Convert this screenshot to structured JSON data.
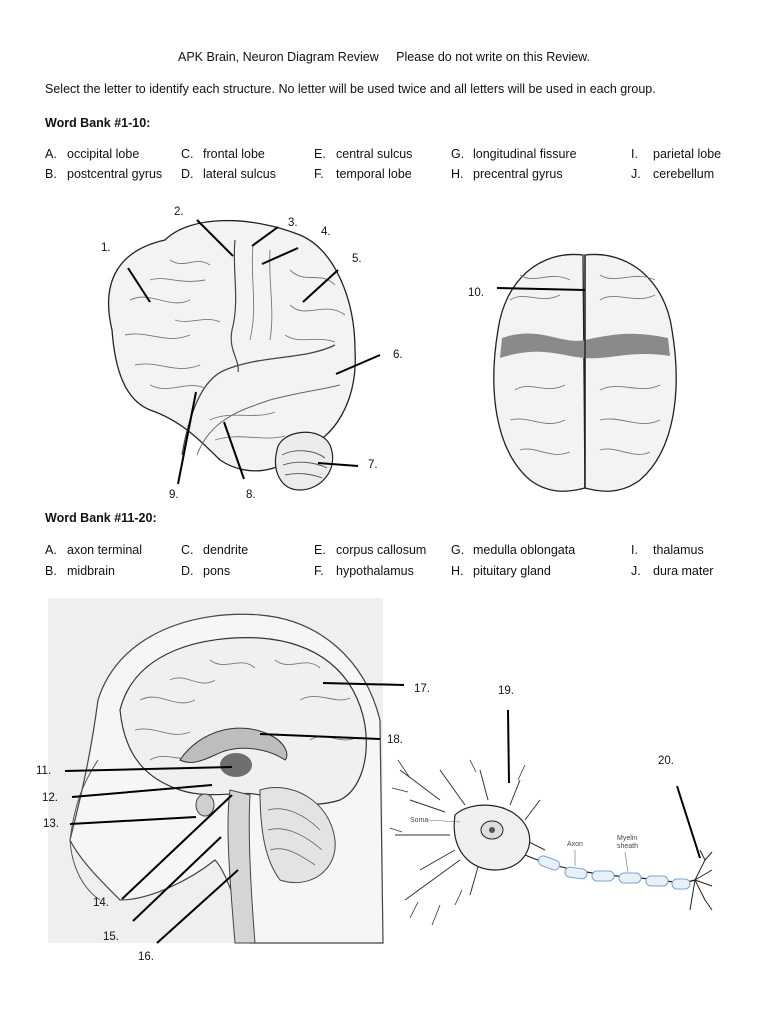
{
  "header": {
    "title": "APK Brain, Neuron Diagram Review     Please do not write on this Review.",
    "instructions": "Select the letter to identify each structure. No letter will be used twice and all letters will be used in each group."
  },
  "bank1": {
    "title": "Word Bank #1-10:",
    "items": [
      {
        "letter": "A.",
        "term": "occipital lobe"
      },
      {
        "letter": "B.",
        "term": "postcentral gyrus"
      },
      {
        "letter": "C.",
        "term": "frontal lobe"
      },
      {
        "letter": "D.",
        "term": "lateral sulcus"
      },
      {
        "letter": "E.",
        "term": "central sulcus"
      },
      {
        "letter": "F.",
        "term": "temporal lobe"
      },
      {
        "letter": "G.",
        "term": "longitudinal fissure"
      },
      {
        "letter": "H.",
        "term": "precentral gyrus"
      },
      {
        "letter": "I.",
        "term": "parietal lobe"
      },
      {
        "letter": "J.",
        "term": "cerebellum"
      }
    ]
  },
  "bank2": {
    "title": "Word Bank #11-20:",
    "items": [
      {
        "letter": "A.",
        "term": "axon terminal"
      },
      {
        "letter": "B.",
        "term": "midbrain"
      },
      {
        "letter": "C.",
        "term": "dendrite"
      },
      {
        "letter": "D.",
        "term": "pons"
      },
      {
        "letter": "E.",
        "term": "corpus callosum"
      },
      {
        "letter": "F.",
        "term": "hypothalamus"
      },
      {
        "letter": "G.",
        "term": "medulla oblongata"
      },
      {
        "letter": "H.",
        "term": "pituitary gland"
      },
      {
        "letter": "I.",
        "term": "thalamus"
      },
      {
        "letter": "J.",
        "term": "dura mater"
      }
    ]
  },
  "labels": [
    "1.",
    "2.",
    "3.",
    "4.",
    "5.",
    "6.",
    "7.",
    "8.",
    "9.",
    "10.",
    "11.",
    "12.",
    "13.",
    "14.",
    "15.",
    "16.",
    "17.",
    "18.",
    "19.",
    "20."
  ],
  "neuron": {
    "soma": "Soma",
    "axon": "Axon",
    "myelin_line1": "Myelin",
    "myelin_line2": "sheath"
  },
  "colors": {
    "myelin": "#7aa6d6",
    "brain_fill": "#f4f4f4",
    "shade": "#8a8a8a"
  }
}
